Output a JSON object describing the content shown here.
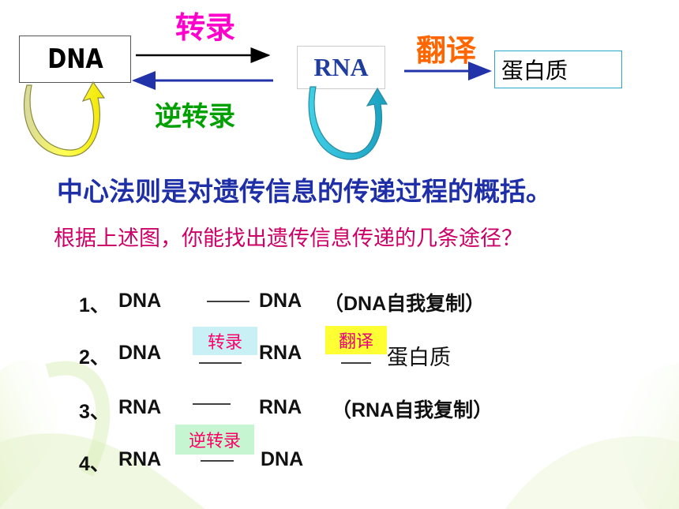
{
  "diagram": {
    "dna_box": "DNA",
    "rna_box": "RNA",
    "protein_box": "蛋白质",
    "transcribe_label": "转录",
    "translate_label": "翻译",
    "reverse_label": "逆转录"
  },
  "summary": "中心法则是对遗传信息的传递过程的概括。",
  "question": "根据上述图，你能找出遗传信息传递的几条途径？",
  "pathways": [
    {
      "num": "1、",
      "from": "DNA",
      "to": "DNA",
      "note": "（DNA自我复制）"
    },
    {
      "num": "2、",
      "from": "DNA",
      "tag1": "转录",
      "to": "RNA",
      "tag2": "翻译",
      "end": "蛋白质"
    },
    {
      "num": "3、",
      "from": "RNA",
      "to": "RNA",
      "note": "（RNA自我复制）"
    },
    {
      "num": "4、",
      "from": "RNA",
      "tag": "逆转录",
      "to": "DNA"
    }
  ],
  "colors": {
    "transcribe": "#ff00cc",
    "translate": "#ff6600",
    "reverse": "#00a000",
    "summary": "#1f2fa8",
    "question": "#cc0066",
    "dna_loop": "#ffff33",
    "rna_loop": "#33ccdd"
  }
}
